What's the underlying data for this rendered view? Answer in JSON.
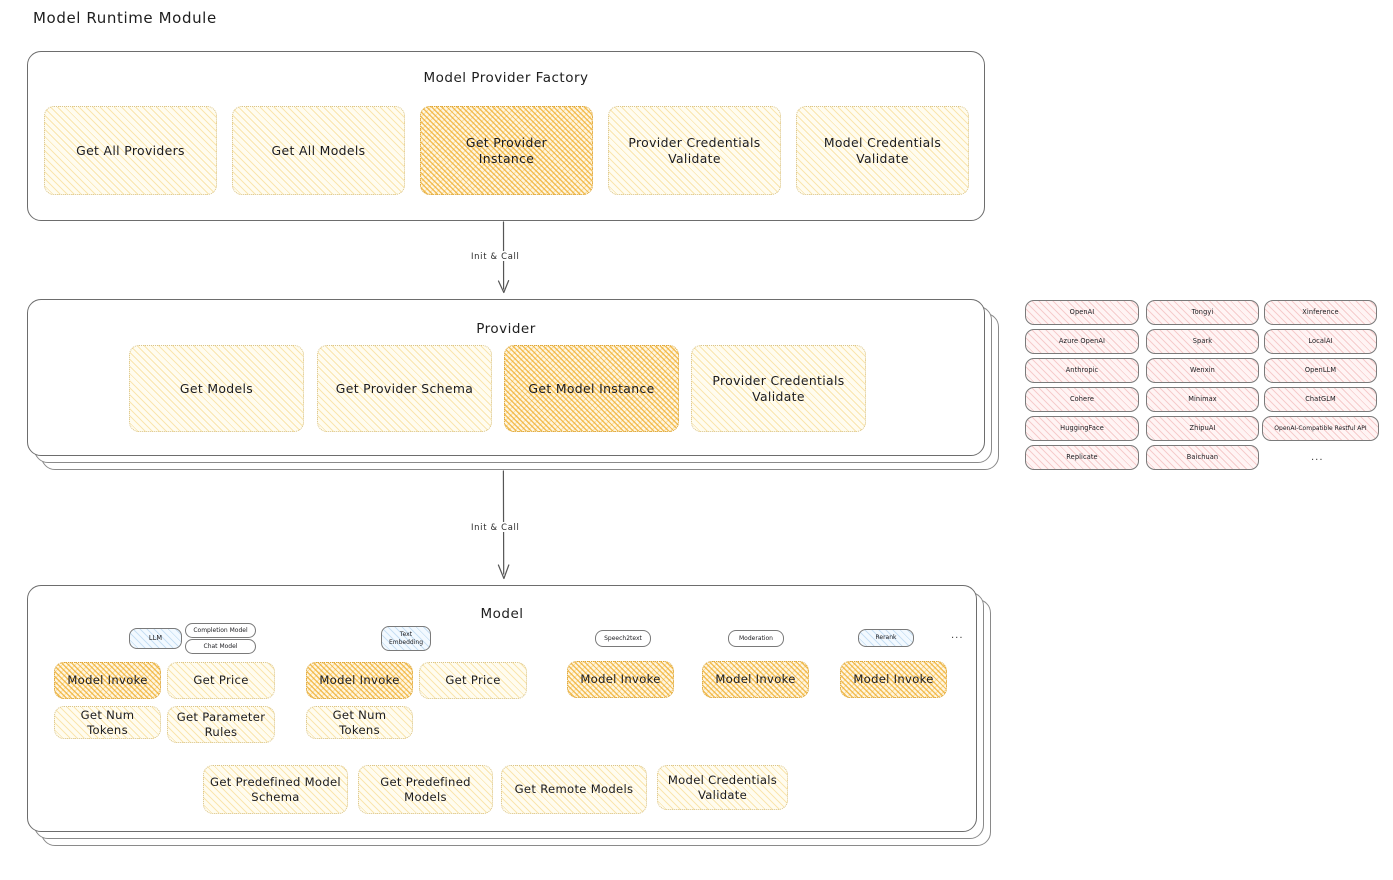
{
  "page": {
    "title": "Model Runtime Module"
  },
  "factory": {
    "title": "Model Provider Factory",
    "nodes": [
      {
        "label": "Get All Providers",
        "highlight": false
      },
      {
        "label": "Get All Models",
        "highlight": false
      },
      {
        "label": "Get Provider\nInstance",
        "highlight": true
      },
      {
        "label": "Provider Credentials\nValidate",
        "highlight": false
      },
      {
        "label": "Model Credentials\nValidate",
        "highlight": false
      }
    ]
  },
  "arrows": [
    {
      "label": "Init & Call"
    },
    {
      "label": "Init & Call"
    }
  ],
  "provider": {
    "title": "Provider",
    "nodes": [
      {
        "label": "Get Models",
        "highlight": false
      },
      {
        "label": "Get Provider Schema",
        "highlight": false
      },
      {
        "label": "Get Model Instance",
        "highlight": true
      },
      {
        "label": "Provider Credentials\nValidate",
        "highlight": false
      }
    ]
  },
  "provider_list": {
    "ellipsis": "...",
    "columns": [
      {
        "items": [
          "OpenAI",
          "Azure OpenAI",
          "Anthropic",
          "Cohere",
          "HuggingFace",
          "Replicate"
        ]
      },
      {
        "items": [
          "Tongyi",
          "Spark",
          "Wenxin",
          "Minimax",
          "ZhipuAI",
          "Baichuan"
        ]
      },
      {
        "items": [
          "Xinference",
          "LocalAI",
          "OpenLLM",
          "ChatGLM",
          "OpenAI-Compatible Restful API"
        ]
      }
    ]
  },
  "model": {
    "title": "Model",
    "ellipsis": "...",
    "types": [
      {
        "badge": "LLM",
        "badge_style": "blue",
        "subtypes": [
          "Completion Model",
          "Chat Model"
        ],
        "ops": [
          "Model Invoke",
          "Get Price",
          "Get Num Tokens",
          "Get Parameter\nRules"
        ]
      },
      {
        "badge": "Text\nEmbedding",
        "badge_style": "blue",
        "subtypes": [],
        "ops": [
          "Model Invoke",
          "Get Price",
          "Get Num Tokens"
        ]
      },
      {
        "badge": "Speech2text",
        "badge_style": "plain",
        "subtypes": [],
        "ops": [
          "Model Invoke"
        ]
      },
      {
        "badge": "Moderation",
        "badge_style": "plain",
        "subtypes": [],
        "ops": [
          "Model Invoke"
        ]
      },
      {
        "badge": "Rerank",
        "badge_style": "blue",
        "subtypes": [],
        "ops": [
          "Model Invoke"
        ]
      }
    ],
    "common_ops": [
      "Get Predefined Model\nSchema",
      "Get Predefined\nModels",
      "Get Remote Models",
      "Model Credentials\nValidate"
    ]
  },
  "colors": {
    "highlight_orange": "#eeaa23",
    "node_yellow": "#f0be3c",
    "provider_pink": "#e26e6e",
    "badge_blue": "#5096d2",
    "stroke": "#6d6d6d"
  }
}
